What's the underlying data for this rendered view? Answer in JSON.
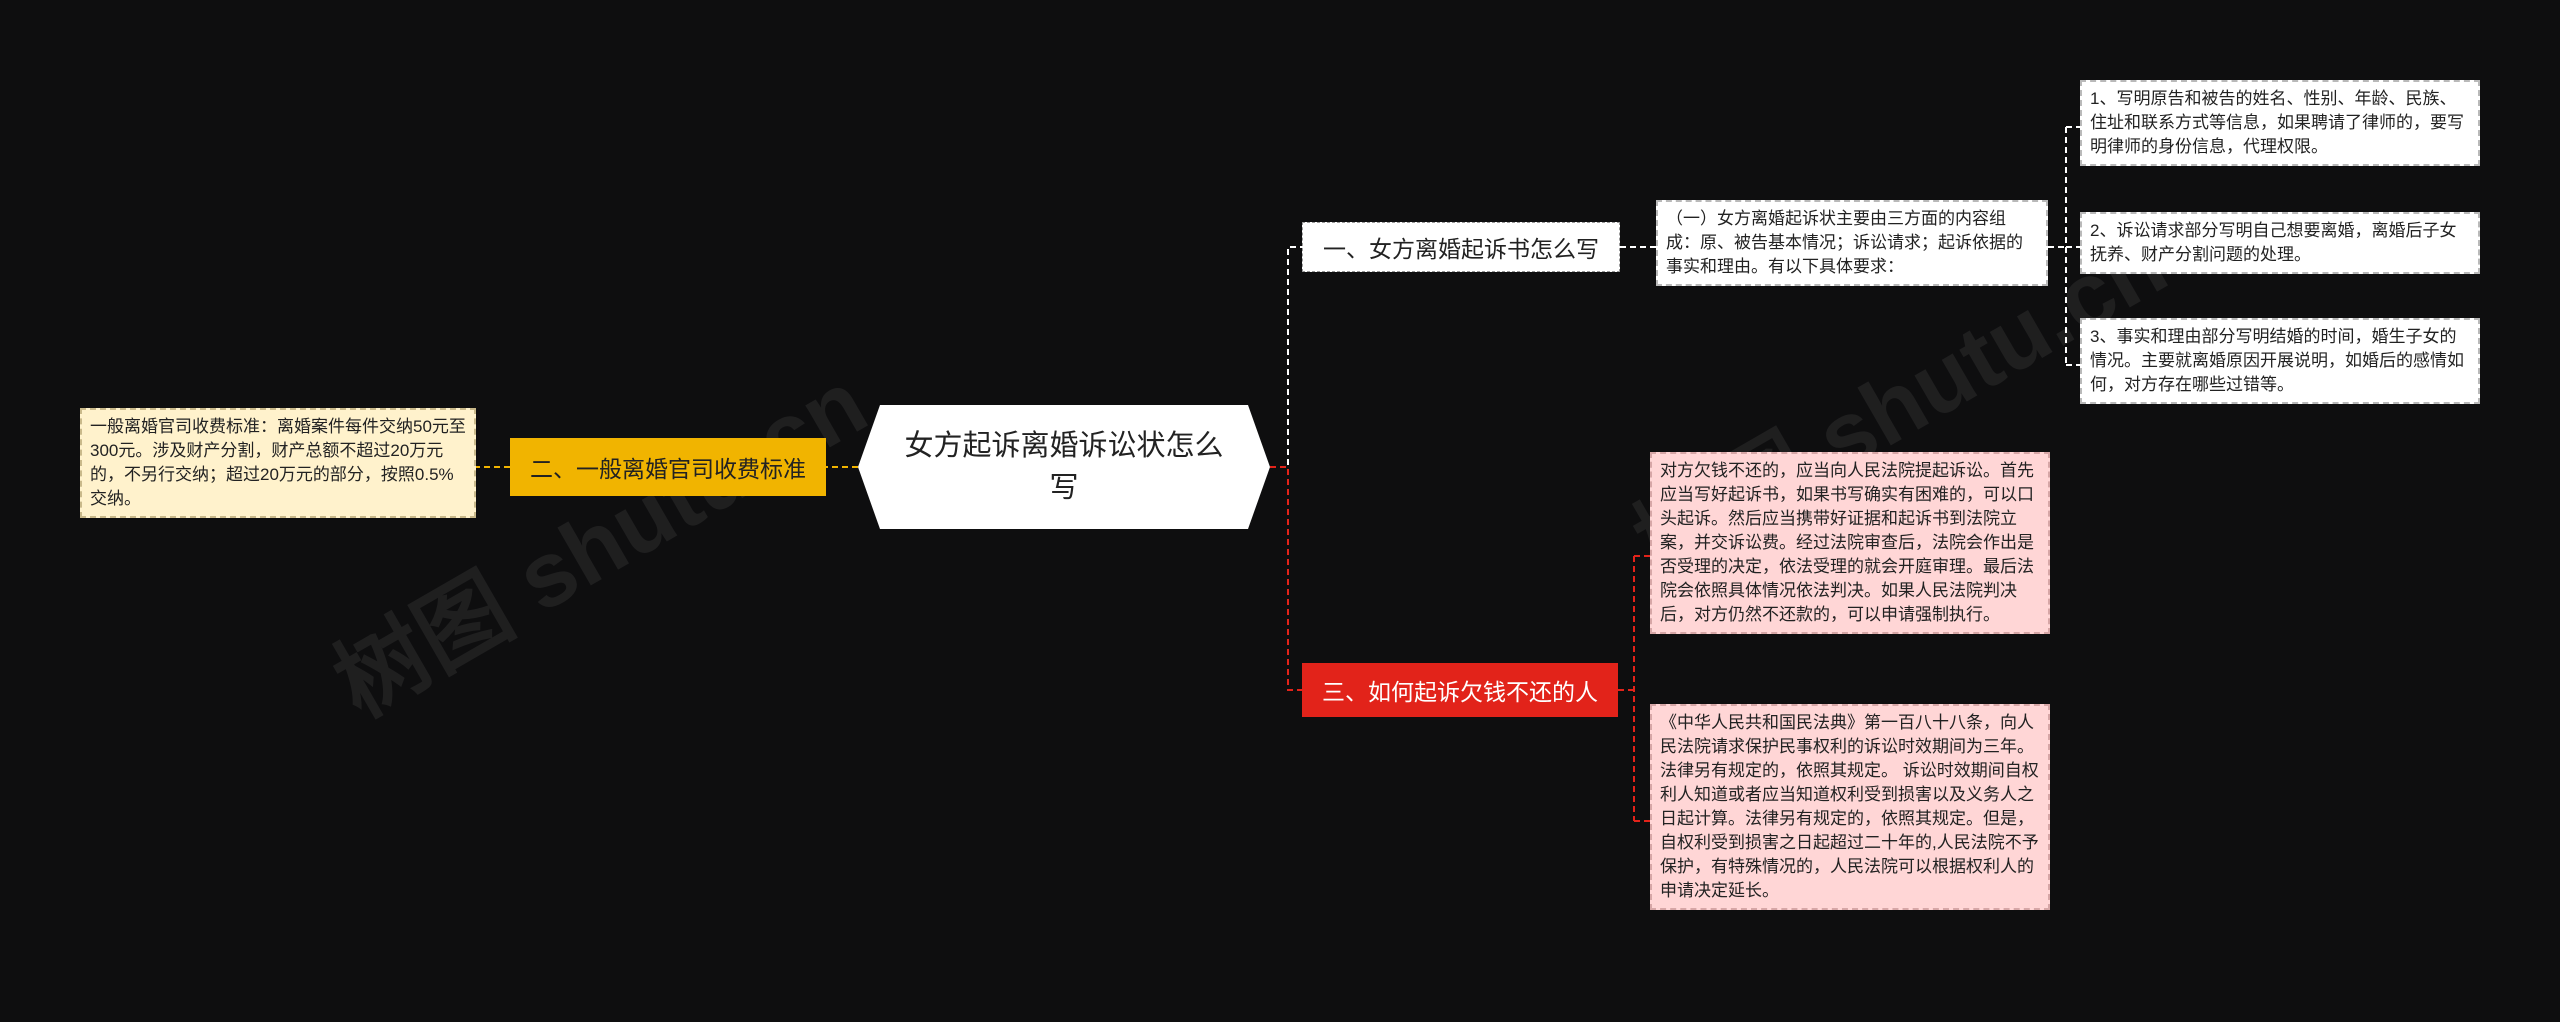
{
  "watermark": "树图 shutu.cn",
  "center": {
    "text": "女方起诉离婚诉讼状怎么写"
  },
  "branches": [
    {
      "label": "一、女方离婚起诉书怎么写",
      "color": "#ffffff",
      "intro": "（一）女方离婚起诉状主要由三方面的内容组成：原、被告基本情况；诉讼请求；起诉依据的事实和理由。有以下具体要求：",
      "items": [
        "1、写明原告和被告的姓名、性别、年龄、民族、住址和联系方式等信息，如果聘请了律师的，要写明律师的身份信息，代理权限。",
        "2、诉讼请求部分写明自己想要离婚，离婚后子女抚养、财产分割问题的处理。",
        "3、事实和理由部分写明结婚的时间，婚生子女的情况。主要就离婚原因开展说明，如婚后的感情如何，对方存在哪些过错等。"
      ]
    },
    {
      "label": "二、一般离婚官司收费标准",
      "color": "#f1b400",
      "items": [
        "一般离婚官司收费标准：离婚案件每件交纳50元至300元。涉及财产分割，财产总额不超过20万元的，不另行交纳；超过20万元的部分，按照0.5%交纳。"
      ]
    },
    {
      "label": "三、如何起诉欠钱不还的人",
      "color": "#e2231a",
      "items": [
        "对方欠钱不还的，应当向人民法院提起诉讼。首先应当写好起诉书，如果书写确实有困难的，可以口头起诉。然后应当携带好证据和起诉书到法院立案，并交诉讼费。经过法院审查后，法院会作出是否受理的决定，依法受理的就会开庭审理。最后法院会依照具体情况依法判决。如果人民法院判决后，对方仍然不还款的，可以申请强制执行。",
        "《中华人民共和国民法典》第一百八十八条，向人民法院请求保护民事权利的诉讼时效期间为三年。法律另有规定的，依照其规定。 诉讼时效期间自权利人知道或者应当知道权利受到损害以及义务人之日起计算。法律另有规定的，依照其规定。但是，自权利受到损害之日起超过二十年的,人民法院不予保护，有特殊情况的，人民法院可以根据权利人的申请决定延长。"
      ]
    }
  ]
}
